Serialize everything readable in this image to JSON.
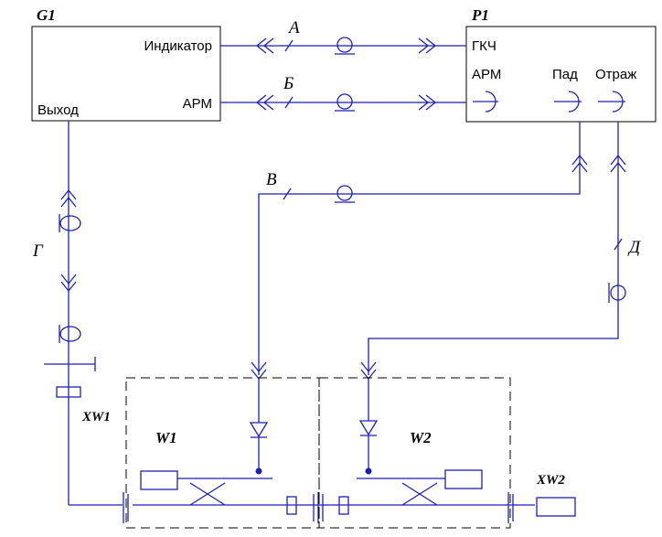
{
  "g1": {
    "id": "G1",
    "indicator": "Индикатор",
    "output": "Выход",
    "arm": "АРМ"
  },
  "p1": {
    "id": "P1",
    "gkch": "ГКЧ",
    "arm": "АРМ",
    "pad": "Пад",
    "otrazh": "Отраж"
  },
  "cables": {
    "a": "А",
    "b": "Б",
    "v": "В",
    "g": "Г",
    "d": "Д"
  },
  "adapters": {
    "xw1": "XW1",
    "xw2": "XW2"
  },
  "couplers": {
    "w1": "W1",
    "w2": "W2"
  },
  "colors": {
    "wire": "#1f1fb4",
    "frame": "#000000"
  }
}
